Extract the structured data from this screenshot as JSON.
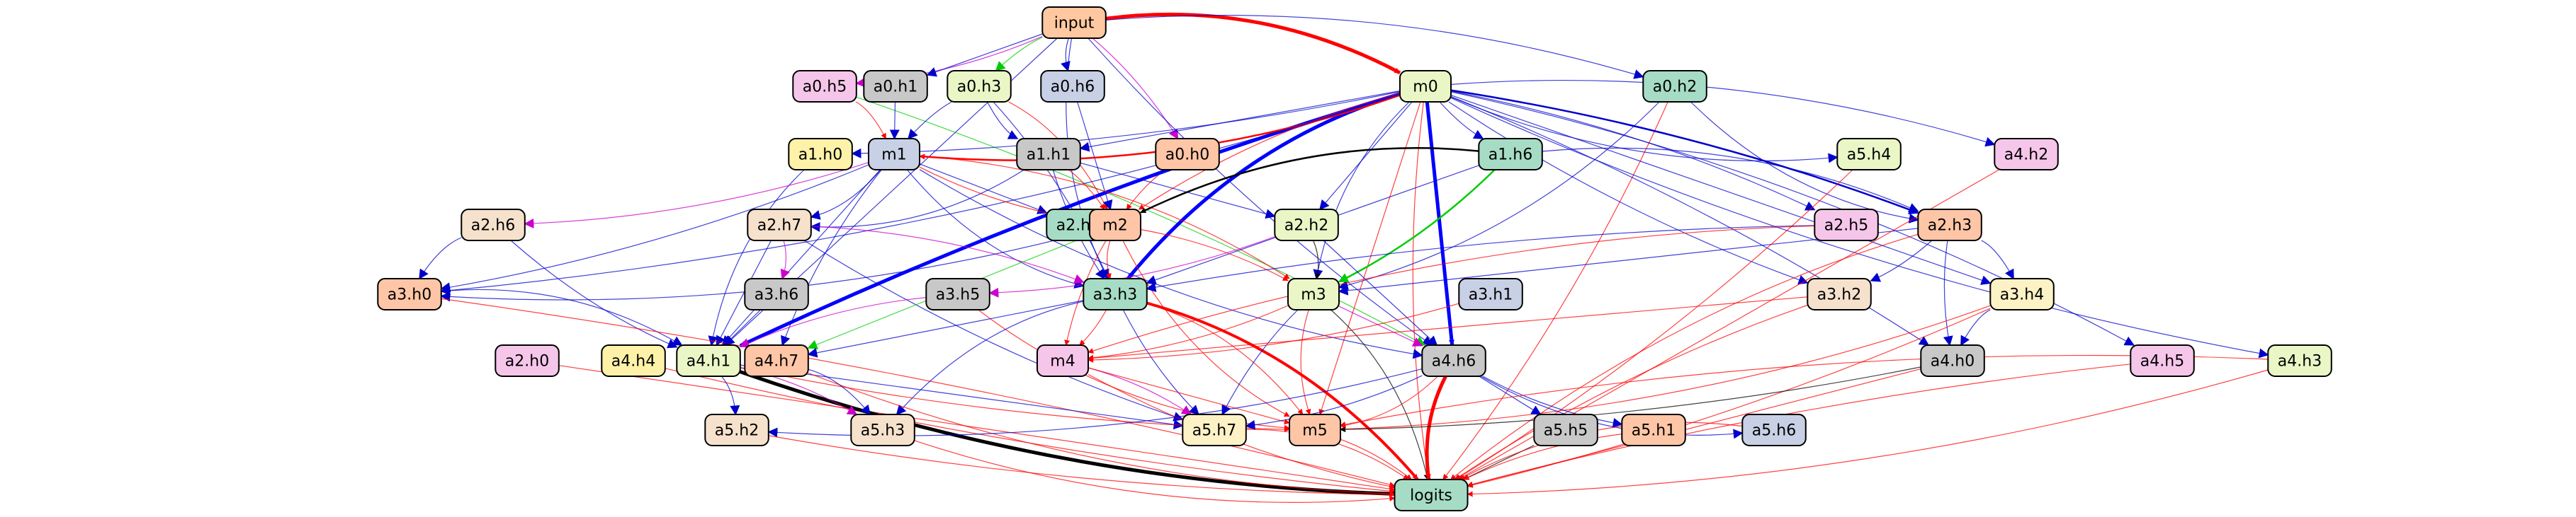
{
  "diagram": {
    "nodes": [
      {
        "id": "input",
        "label": "input",
        "color": "#ffc8a0"
      },
      {
        "id": "m0",
        "label": "m0",
        "color": "#eaf6c6"
      },
      {
        "id": "a0.h5",
        "label": "a0.h5",
        "color": "#f6c6ea"
      },
      {
        "id": "a0.h1",
        "label": "a0.h1",
        "color": "#c8c8c8"
      },
      {
        "id": "a0.h3",
        "label": "a0.h3",
        "color": "#eaf6c6"
      },
      {
        "id": "a0.h6",
        "label": "a0.h6",
        "color": "#c8d0e6"
      },
      {
        "id": "a0.h2",
        "label": "a0.h2",
        "color": "#a6dcc6"
      },
      {
        "id": "a1.h0",
        "label": "a1.h0",
        "color": "#fdf2a8"
      },
      {
        "id": "m1",
        "label": "m1",
        "color": "#c8d0e6"
      },
      {
        "id": "a1.h1",
        "label": "a1.h1",
        "color": "#c8c8c8"
      },
      {
        "id": "a0.h0",
        "label": "a0.h0",
        "color": "#fec6a6"
      },
      {
        "id": "a1.h6",
        "label": "a1.h6",
        "color": "#a6dcc6"
      },
      {
        "id": "a5.h4",
        "label": "a5.h4",
        "color": "#eaf6c6"
      },
      {
        "id": "a4.h2",
        "label": "a4.h2",
        "color": "#f6c6ea"
      },
      {
        "id": "a2.h6",
        "label": "a2.h6",
        "color": "#f6e2cc"
      },
      {
        "id": "a2.h7",
        "label": "a2.h7",
        "color": "#f6e2cc"
      },
      {
        "id": "a2.h4",
        "label": "a2.h4",
        "color": "#a6dcc6"
      },
      {
        "id": "m2",
        "label": "m2",
        "color": "#fec6a6"
      },
      {
        "id": "a2.h2",
        "label": "a2.h2",
        "color": "#eaf6c6"
      },
      {
        "id": "a2.h5",
        "label": "a2.h5",
        "color": "#f6c6ea"
      },
      {
        "id": "a2.h3",
        "label": "a2.h3",
        "color": "#fec6a6"
      },
      {
        "id": "a3.h0",
        "label": "a3.h0",
        "color": "#fec6a6"
      },
      {
        "id": "a3.h6",
        "label": "a3.h6",
        "color": "#c8c8c8"
      },
      {
        "id": "a3.h5",
        "label": "a3.h5",
        "color": "#c8c8c8"
      },
      {
        "id": "a3.h3",
        "label": "a3.h3",
        "color": "#a6dcc6"
      },
      {
        "id": "m3",
        "label": "m3",
        "color": "#eaf6c6"
      },
      {
        "id": "a3.h1",
        "label": "a3.h1",
        "color": "#c8d0e6"
      },
      {
        "id": "a3.h2",
        "label": "a3.h2",
        "color": "#f6e2cc"
      },
      {
        "id": "a3.h4",
        "label": "a3.h4",
        "color": "#fdf2c6"
      },
      {
        "id": "a2.h0",
        "label": "a2.h0",
        "color": "#f6c6ea"
      },
      {
        "id": "a4.h4",
        "label": "a4.h4",
        "color": "#fdf2a8"
      },
      {
        "id": "a4.h1",
        "label": "a4.h1",
        "color": "#eaf6c6"
      },
      {
        "id": "a4.h7",
        "label": "a4.h7",
        "color": "#fec6a6"
      },
      {
        "id": "m4",
        "label": "m4",
        "color": "#f6c6ea"
      },
      {
        "id": "a4.h6",
        "label": "a4.h6",
        "color": "#c8c8c8"
      },
      {
        "id": "a4.h0",
        "label": "a4.h0",
        "color": "#c8c8c8"
      },
      {
        "id": "a4.h5",
        "label": "a4.h5",
        "color": "#f6c6ea"
      },
      {
        "id": "a4.h3",
        "label": "a4.h3",
        "color": "#eaf6c6"
      },
      {
        "id": "a5.h2",
        "label": "a5.h2",
        "color": "#f6e2cc"
      },
      {
        "id": "a5.h3",
        "label": "a5.h3",
        "color": "#f6e2cc"
      },
      {
        "id": "a5.h7",
        "label": "a5.h7",
        "color": "#fdf2c6"
      },
      {
        "id": "m5",
        "label": "m5",
        "color": "#fec6a6"
      },
      {
        "id": "a5.h5",
        "label": "a5.h5",
        "color": "#c8c8c8"
      },
      {
        "id": "a5.h1",
        "label": "a5.h1",
        "color": "#fec6a6"
      },
      {
        "id": "a5.h6",
        "label": "a5.h6",
        "color": "#c8d0e6"
      },
      {
        "id": "logits",
        "label": "logits",
        "color": "#a6dcc6"
      }
    ],
    "edges": [
      {
        "from": "input",
        "to": "m0",
        "color": "#ff0000",
        "weight": 5
      },
      {
        "from": "input",
        "to": "a0.h5",
        "color": "#cc00cc",
        "weight": 1
      },
      {
        "from": "input",
        "to": "a0.h1",
        "color": "#0000cc",
        "weight": 1
      },
      {
        "from": "input",
        "to": "a0.h3",
        "color": "#00cc00",
        "weight": 1
      },
      {
        "from": "input",
        "to": "a0.h6",
        "color": "#0000cc",
        "weight": 1
      },
      {
        "from": "input",
        "to": "a0.h2",
        "color": "#0000cc",
        "weight": 1
      },
      {
        "from": "input",
        "to": "a0.h0",
        "color": "#cc00cc",
        "weight": 1
      },
      {
        "from": "input",
        "to": "a4.h1",
        "color": "#0000cc",
        "weight": 1
      },
      {
        "from": "input",
        "to": "a4.h6",
        "color": "#0000cc",
        "weight": 1
      },
      {
        "from": "input",
        "to": "a3.h3",
        "color": "#0000cc",
        "weight": 1
      },
      {
        "from": "a0.h5",
        "to": "m1",
        "color": "#ff0000",
        "weight": 1
      },
      {
        "from": "a0.h5",
        "to": "a4.h6",
        "color": "#00cc00",
        "weight": 1
      },
      {
        "from": "a0.h1",
        "to": "m1",
        "color": "#0000cc",
        "weight": 1
      },
      {
        "from": "a0.h3",
        "to": "m1",
        "color": "#0000cc",
        "weight": 1
      },
      {
        "from": "a0.h3",
        "to": "a1.h1",
        "color": "#0000cc",
        "weight": 1
      },
      {
        "from": "a0.h3",
        "to": "m2",
        "color": "#ff0000",
        "weight": 1
      },
      {
        "from": "a0.h3",
        "to": "a3.h3",
        "color": "#0000cc",
        "weight": 1
      },
      {
        "from": "a0.h6",
        "to": "m2",
        "color": "#0000cc",
        "weight": 1
      },
      {
        "from": "a0.h0",
        "to": "m2",
        "color": "#ff0000",
        "weight": 1
      },
      {
        "from": "a0.h2",
        "to": "a2.h3",
        "color": "#0000cc",
        "weight": 1
      },
      {
        "from": "a0.h2",
        "to": "m3",
        "color": "#0000cc",
        "weight": 1
      },
      {
        "from": "a0.h2",
        "to": "logits",
        "color": "#ff0000",
        "weight": 1
      },
      {
        "from": "m0",
        "to": "a4.h6",
        "color": "#0000ff",
        "weight": 5
      },
      {
        "from": "m0",
        "to": "a4.h1",
        "color": "#0000ff",
        "weight": 5
      },
      {
        "from": "m0",
        "to": "a3.h3",
        "color": "#0000ff",
        "weight": 5
      },
      {
        "from": "m0",
        "to": "m1",
        "color": "#ff0000",
        "weight": 2
      },
      {
        "from": "m0",
        "to": "a1.h0",
        "color": "#0000cc",
        "weight": 1
      },
      {
        "from": "m0",
        "to": "a1.h1",
        "color": "#0000cc",
        "weight": 1
      },
      {
        "from": "m0",
        "to": "a1.h6",
        "color": "#0000cc",
        "weight": 1
      },
      {
        "from": "m0",
        "to": "a5.h4",
        "color": "#0000cc",
        "weight": 1
      },
      {
        "from": "m0",
        "to": "a4.h2",
        "color": "#0000cc",
        "weight": 1
      },
      {
        "from": "m0",
        "to": "a2.h3",
        "color": "#0000cc",
        "weight": 2
      },
      {
        "from": "m0",
        "to": "a2.h2",
        "color": "#0000cc",
        "weight": 1
      },
      {
        "from": "m0",
        "to": "m2",
        "color": "#ff0000",
        "weight": 1
      },
      {
        "from": "m0",
        "to": "m3",
        "color": "#0000cc",
        "weight": 1
      },
      {
        "from": "m0",
        "to": "a3.h0",
        "color": "#0000cc",
        "weight": 1
      },
      {
        "from": "m0",
        "to": "a2.h5",
        "color": "#0000cc",
        "weight": 1
      },
      {
        "from": "m0",
        "to": "a3.h4",
        "color": "#0000cc",
        "weight": 1
      },
      {
        "from": "m0",
        "to": "a3.h2",
        "color": "#0000cc",
        "weight": 1
      },
      {
        "from": "m0",
        "to": "a4.h3",
        "color": "#0000cc",
        "weight": 1
      },
      {
        "from": "m0",
        "to": "a4.h5",
        "color": "#0000cc",
        "weight": 1
      },
      {
        "from": "m0",
        "to": "a4.h0",
        "color": "#0000cc",
        "weight": 1
      },
      {
        "from": "m0",
        "to": "m5",
        "color": "#ff0000",
        "weight": 1
      },
      {
        "from": "m0",
        "to": "logits",
        "color": "#ff0000",
        "weight": 1
      },
      {
        "from": "a1.h0",
        "to": "a4.h1",
        "color": "#0000cc",
        "weight": 1
      },
      {
        "from": "m1",
        "to": "a2.h7",
        "color": "#0000cc",
        "weight": 1
      },
      {
        "from": "m1",
        "to": "a2.h6",
        "color": "#cc00cc",
        "weight": 1
      },
      {
        "from": "m1",
        "to": "a2.h4",
        "color": "#0000cc",
        "weight": 1
      },
      {
        "from": "m1",
        "to": "m2",
        "color": "#ff0000",
        "weight": 1
      },
      {
        "from": "m1",
        "to": "a3.h3",
        "color": "#0000cc",
        "weight": 1
      },
      {
        "from": "m1",
        "to": "m3",
        "color": "#ff0000",
        "weight": 1
      },
      {
        "from": "m1",
        "to": "a3.h0",
        "color": "#0000cc",
        "weight": 1
      },
      {
        "from": "m1",
        "to": "a4.h1",
        "color": "#0000cc",
        "weight": 1
      },
      {
        "from": "m1",
        "to": "a4.h7",
        "color": "#0000cc",
        "weight": 1
      },
      {
        "from": "m1",
        "to": "a4.h6",
        "color": "#0000cc",
        "weight": 1
      },
      {
        "from": "a1.h1",
        "to": "a2.h7",
        "color": "#0000cc",
        "weight": 1
      },
      {
        "from": "a1.h1",
        "to": "m2",
        "color": "#ff0000",
        "weight": 1
      },
      {
        "from": "a1.h1",
        "to": "a2.h2",
        "color": "#0000cc",
        "weight": 1
      },
      {
        "from": "a1.h1",
        "to": "a3.h3",
        "color": "#0000cc",
        "weight": 1
      },
      {
        "from": "a1.h6",
        "to": "m2",
        "color": "#000000",
        "weight": 2
      },
      {
        "from": "a1.h6",
        "to": "a2.h3",
        "color": "#0000cc",
        "weight": 1
      },
      {
        "from": "a1.h6",
        "to": "m3",
        "color": "#00cc00",
        "weight": 2
      },
      {
        "from": "a1.h6",
        "to": "a3.h3",
        "color": "#0000cc",
        "weight": 1
      },
      {
        "from": "a2.h6",
        "to": "a4.h1",
        "color": "#0000cc",
        "weight": 1
      },
      {
        "from": "a2.h6",
        "to": "a3.h0",
        "color": "#0000cc",
        "weight": 1
      },
      {
        "from": "a2.h7",
        "to": "a3.h6",
        "color": "#cc00cc",
        "weight": 1
      },
      {
        "from": "a2.h7",
        "to": "a3.h3",
        "color": "#cc00cc",
        "weight": 1
      },
      {
        "from": "a2.h7",
        "to": "a4.h1",
        "color": "#0000cc",
        "weight": 1
      },
      {
        "from": "a2.h7",
        "to": "a5.h7",
        "color": "#0000cc",
        "weight": 1
      },
      {
        "from": "m2",
        "to": "a3.h3",
        "color": "#ff0000",
        "weight": 1
      },
      {
        "from": "m2",
        "to": "a3.h0",
        "color": "#0000cc",
        "weight": 1
      },
      {
        "from": "m2",
        "to": "m3",
        "color": "#ff0000",
        "weight": 1
      },
      {
        "from": "m2",
        "to": "a4.h7",
        "color": "#00cc00",
        "weight": 1
      },
      {
        "from": "m2",
        "to": "m4",
        "color": "#ff0000",
        "weight": 1
      },
      {
        "from": "m2",
        "to": "m5",
        "color": "#ff0000",
        "weight": 1
      },
      {
        "from": "a2.h2",
        "to": "m3",
        "color": "#000000",
        "weight": 1
      },
      {
        "from": "a2.h2",
        "to": "a3.h5",
        "color": "#cc00cc",
        "weight": 1
      },
      {
        "from": "a2.h2",
        "to": "a4.h6",
        "color": "#0000cc",
        "weight": 1
      },
      {
        "from": "a2.h5",
        "to": "a3.h3",
        "color": "#0000cc",
        "weight": 1
      },
      {
        "from": "a2.h5",
        "to": "m4",
        "color": "#ff0000",
        "weight": 1
      },
      {
        "from": "a2.h3",
        "to": "a3.h4",
        "color": "#0000cc",
        "weight": 1
      },
      {
        "from": "a2.h3",
        "to": "a3.h2",
        "color": "#0000cc",
        "weight": 1
      },
      {
        "from": "a2.h3",
        "to": "m3",
        "color": "#0000cc",
        "weight": 1
      },
      {
        "from": "a2.h3",
        "to": "a4.h0",
        "color": "#0000cc",
        "weight": 1
      },
      {
        "from": "a2.h3",
        "to": "logits",
        "color": "#ff0000",
        "weight": 1
      },
      {
        "from": "a3.h0",
        "to": "a4.h1",
        "color": "#0000cc",
        "weight": 1
      },
      {
        "from": "a3.h0",
        "to": "logits",
        "color": "#ff0000",
        "weight": 1
      },
      {
        "from": "a3.h6",
        "to": "a4.h1",
        "color": "#0000cc",
        "weight": 1
      },
      {
        "from": "a3.h5",
        "to": "a4.h1",
        "color": "#cc00cc",
        "weight": 1
      },
      {
        "from": "a3.h5",
        "to": "m5",
        "color": "#ff0000",
        "weight": 1
      },
      {
        "from": "a3.h3",
        "to": "logits",
        "color": "#ff0000",
        "weight": 3
      },
      {
        "from": "a3.h3",
        "to": "m4",
        "color": "#ff0000",
        "weight": 1
      },
      {
        "from": "a3.h3",
        "to": "a4.h7",
        "color": "#0000cc",
        "weight": 1
      },
      {
        "from": "a3.h3",
        "to": "a5.h7",
        "color": "#0000cc",
        "weight": 1
      },
      {
        "from": "a3.h3",
        "to": "a5.h3",
        "color": "#0000cc",
        "weight": 1
      },
      {
        "from": "a3.h3",
        "to": "m5",
        "color": "#ff0000",
        "weight": 1
      },
      {
        "from": "m3",
        "to": "m4",
        "color": "#ff0000",
        "weight": 1
      },
      {
        "from": "m3",
        "to": "a4.h6",
        "color": "#cc00cc",
        "weight": 1
      },
      {
        "from": "m3",
        "to": "a5.h7",
        "color": "#0000cc",
        "weight": 1
      },
      {
        "from": "m3",
        "to": "m5",
        "color": "#ff0000",
        "weight": 1
      },
      {
        "from": "m3",
        "to": "logits",
        "color": "#000000",
        "weight": 1
      },
      {
        "from": "a3.h1",
        "to": "m4",
        "color": "#ff0000",
        "weight": 1
      },
      {
        "from": "a3.h2",
        "to": "m4",
        "color": "#ff0000",
        "weight": 1
      },
      {
        "from": "a3.h2",
        "to": "logits",
        "color": "#ff0000",
        "weight": 1
      },
      {
        "from": "a3.h4",
        "to": "a4.h0",
        "color": "#0000cc",
        "weight": 1
      },
      {
        "from": "a3.h4",
        "to": "m5",
        "color": "#ff0000",
        "weight": 1
      },
      {
        "from": "a3.h4",
        "to": "logits",
        "color": "#ff0000",
        "weight": 1
      },
      {
        "from": "a2.h0",
        "to": "logits",
        "color": "#ff0000",
        "weight": 1
      },
      {
        "from": "a4.h4",
        "to": "logits",
        "color": "#ff0000",
        "weight": 1
      },
      {
        "from": "a4.h1",
        "to": "logits",
        "color": "#000000",
        "weight": 5
      },
      {
        "from": "a4.h1",
        "to": "a5.h2",
        "color": "#0000cc",
        "weight": 1
      },
      {
        "from": "a4.h1",
        "to": "a5.h3",
        "color": "#cc00cc",
        "weight": 1
      },
      {
        "from": "a4.h1",
        "to": "a5.h7",
        "color": "#0000cc",
        "weight": 1
      },
      {
        "from": "a4.h1",
        "to": "m5",
        "color": "#ff0000",
        "weight": 1
      },
      {
        "from": "a4.h7",
        "to": "logits",
        "color": "#ff0000",
        "weight": 1
      },
      {
        "from": "a4.h7",
        "to": "a5.h3",
        "color": "#0000cc",
        "weight": 1
      },
      {
        "from": "m4",
        "to": "a5.h7",
        "color": "#cc00cc",
        "weight": 1
      },
      {
        "from": "m4",
        "to": "m5",
        "color": "#ff0000",
        "weight": 1
      },
      {
        "from": "m4",
        "to": "logits",
        "color": "#ff0000",
        "weight": 1
      },
      {
        "from": "a4.h6",
        "to": "logits",
        "color": "#ff0000",
        "weight": 4
      },
      {
        "from": "a4.h6",
        "to": "m5",
        "color": "#ff0000",
        "weight": 1
      },
      {
        "from": "a4.h6",
        "to": "a5.h7",
        "color": "#0000cc",
        "weight": 1
      },
      {
        "from": "a4.h6",
        "to": "a5.h5",
        "color": "#0000cc",
        "weight": 1
      },
      {
        "from": "a4.h6",
        "to": "a5.h1",
        "color": "#0000cc",
        "weight": 1
      },
      {
        "from": "a4.h6",
        "to": "a5.h6",
        "color": "#0000cc",
        "weight": 1
      },
      {
        "from": "a4.h6",
        "to": "a5.h2",
        "color": "#0000cc",
        "weight": 1
      },
      {
        "from": "a4.h0",
        "to": "m5",
        "color": "#000000",
        "weight": 1
      },
      {
        "from": "a4.h0",
        "to": "logits",
        "color": "#ff0000",
        "weight": 1
      },
      {
        "from": "a4.h5",
        "to": "logits",
        "color": "#ff0000",
        "weight": 1
      },
      {
        "from": "a4.h3",
        "to": "m5",
        "color": "#ff0000",
        "weight": 1
      },
      {
        "from": "a4.h3",
        "to": "logits",
        "color": "#ff0000",
        "weight": 1
      },
      {
        "from": "a5.h4",
        "to": "logits",
        "color": "#ff0000",
        "weight": 1
      },
      {
        "from": "a4.h2",
        "to": "logits",
        "color": "#ff0000",
        "weight": 1
      },
      {
        "from": "a5.h2",
        "to": "logits",
        "color": "#ff0000",
        "weight": 1
      },
      {
        "from": "a5.h3",
        "to": "logits",
        "color": "#ff0000",
        "weight": 1
      },
      {
        "from": "a5.h7",
        "to": "logits",
        "color": "#ff0000",
        "weight": 1
      },
      {
        "from": "m5",
        "to": "logits",
        "color": "#ff0000",
        "weight": 1
      },
      {
        "from": "a5.h5",
        "to": "logits",
        "color": "#000000",
        "weight": 1
      },
      {
        "from": "a5.h1",
        "to": "logits",
        "color": "#ff0000",
        "weight": 1
      },
      {
        "from": "a5.h6",
        "to": "logits",
        "color": "#ff0000",
        "weight": 1
      }
    ]
  }
}
